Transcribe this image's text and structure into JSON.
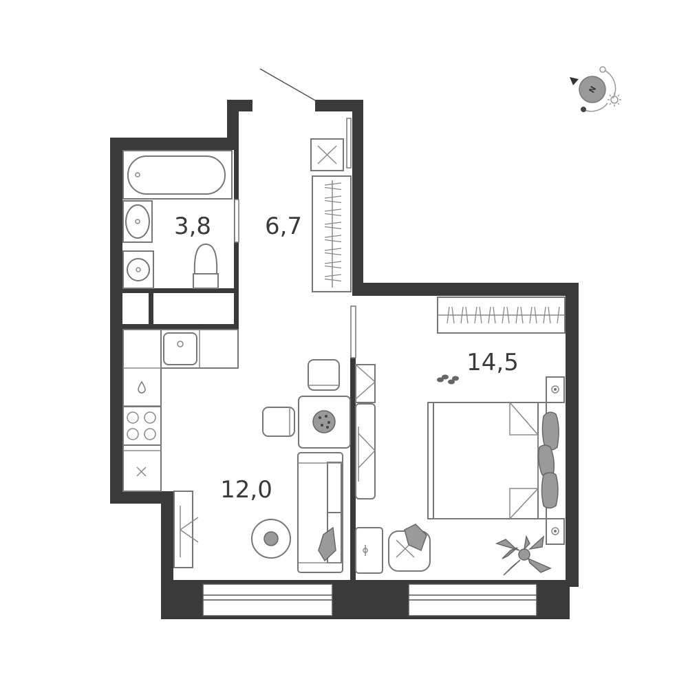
{
  "plan": {
    "rooms": [
      {
        "id": "bathroom",
        "area": "3,8"
      },
      {
        "id": "hallway",
        "area": "6,7"
      },
      {
        "id": "kitchen-living",
        "area": "12,0"
      },
      {
        "id": "bedroom",
        "area": "14,5"
      }
    ],
    "compass": {
      "letter": "N"
    },
    "colors": {
      "walls": "#3a3a3a",
      "fixtures": "#777777",
      "accent": "#9a9a9a",
      "background": "#ffffff"
    }
  }
}
